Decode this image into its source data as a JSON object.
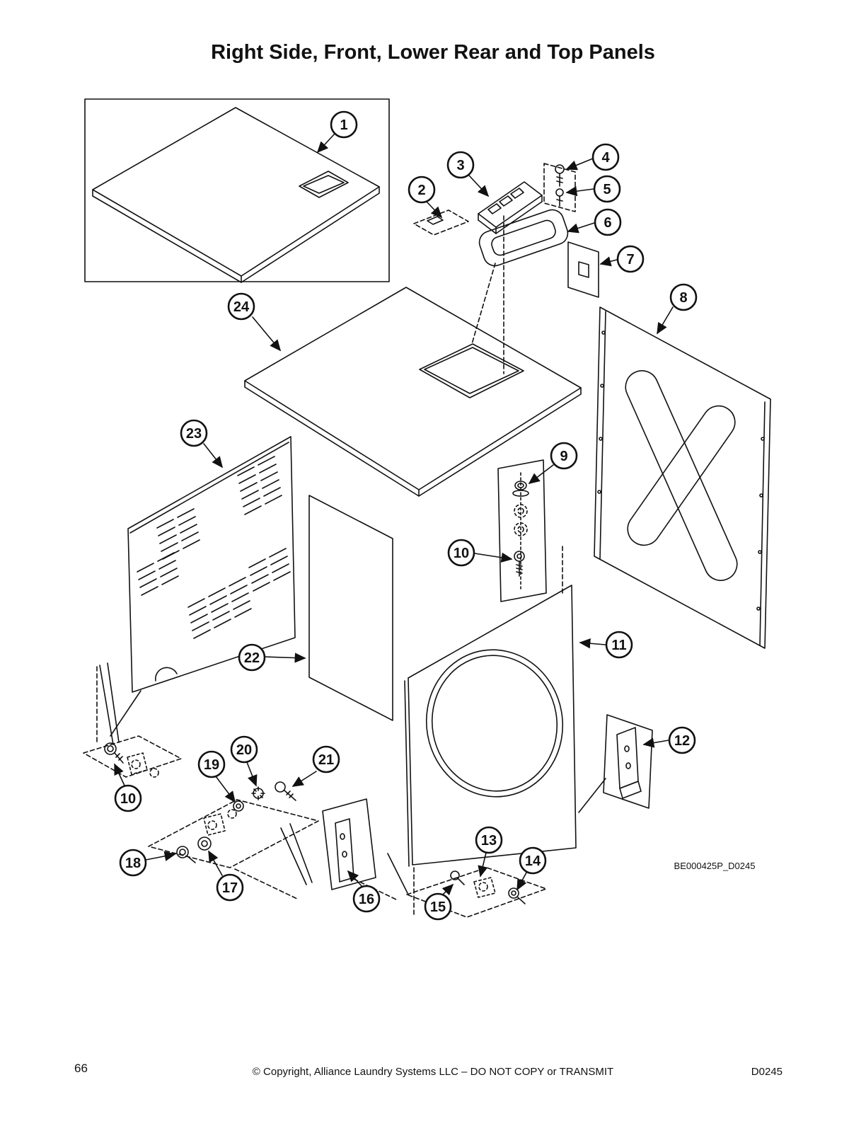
{
  "page": {
    "title": "Right Side, Front, Lower Rear and Top Panels",
    "diagram_label": "BE000425P_D0245",
    "footer_page_number": "66",
    "footer_copyright": "© Copyright, Alliance Laundry Systems LLC – DO NOT COPY or TRANSMIT",
    "footer_doc_code": "D0245"
  },
  "colors": {
    "ink": "#111111",
    "paper": "#ffffff"
  },
  "callouts": [
    "1",
    "2",
    "3",
    "4",
    "5",
    "6",
    "7",
    "8",
    "9",
    "10",
    "11",
    "12",
    "13",
    "14",
    "15",
    "16",
    "17",
    "18",
    "19",
    "20",
    "21",
    "22",
    "23",
    "24",
    "10"
  ]
}
